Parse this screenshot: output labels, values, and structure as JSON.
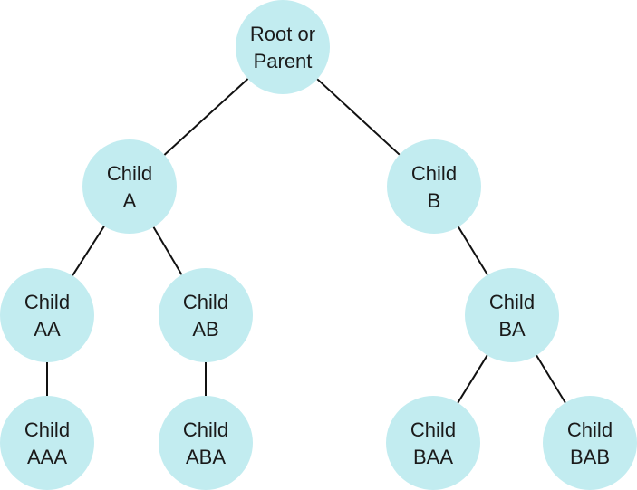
{
  "diagram": {
    "type": "tree",
    "colors": {
      "node_fill": "#c2ecf0",
      "edge_stroke": "#111111",
      "text": "#1a1a1a"
    },
    "nodes": [
      {
        "id": "root",
        "lines": [
          "Root or",
          "Parent"
        ],
        "parent": null
      },
      {
        "id": "A",
        "lines": [
          "Child",
          "A"
        ],
        "parent": "root"
      },
      {
        "id": "B",
        "lines": [
          "Child",
          "B"
        ],
        "parent": "root"
      },
      {
        "id": "AA",
        "lines": [
          "Child",
          "AA"
        ],
        "parent": "A"
      },
      {
        "id": "AB",
        "lines": [
          "Child",
          "AB"
        ],
        "parent": "A"
      },
      {
        "id": "BA",
        "lines": [
          "Child",
          "BA"
        ],
        "parent": "B"
      },
      {
        "id": "AAA",
        "lines": [
          "Child",
          "AAA"
        ],
        "parent": "AA"
      },
      {
        "id": "ABA",
        "lines": [
          "Child",
          "ABA"
        ],
        "parent": "AB"
      },
      {
        "id": "BAA",
        "lines": [
          "Child",
          "BAA"
        ],
        "parent": "BA"
      },
      {
        "id": "BAB",
        "lines": [
          "Child",
          "BAB"
        ],
        "parent": "BA"
      }
    ]
  }
}
